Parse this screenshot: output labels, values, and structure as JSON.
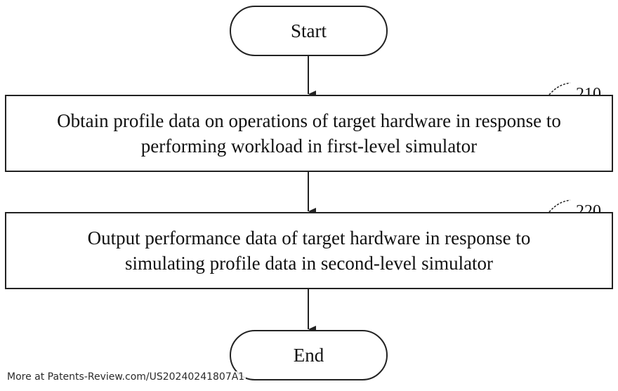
{
  "flowchart": {
    "start_label": "Start",
    "end_label": "End",
    "steps": [
      {
        "ref": "210",
        "lines": [
          "Obtain profile data on operations of target hardware in response to",
          "performing workload in first-level simulator"
        ]
      },
      {
        "ref": "220",
        "lines": [
          "Output performance data of target hardware in response to",
          "simulating profile data in second-level simulator"
        ]
      }
    ]
  },
  "footer": {
    "credit": "More at Patents-Review.com/US20240241807A1"
  },
  "colors": {
    "stroke": "#222222",
    "background": "#ffffff"
  }
}
